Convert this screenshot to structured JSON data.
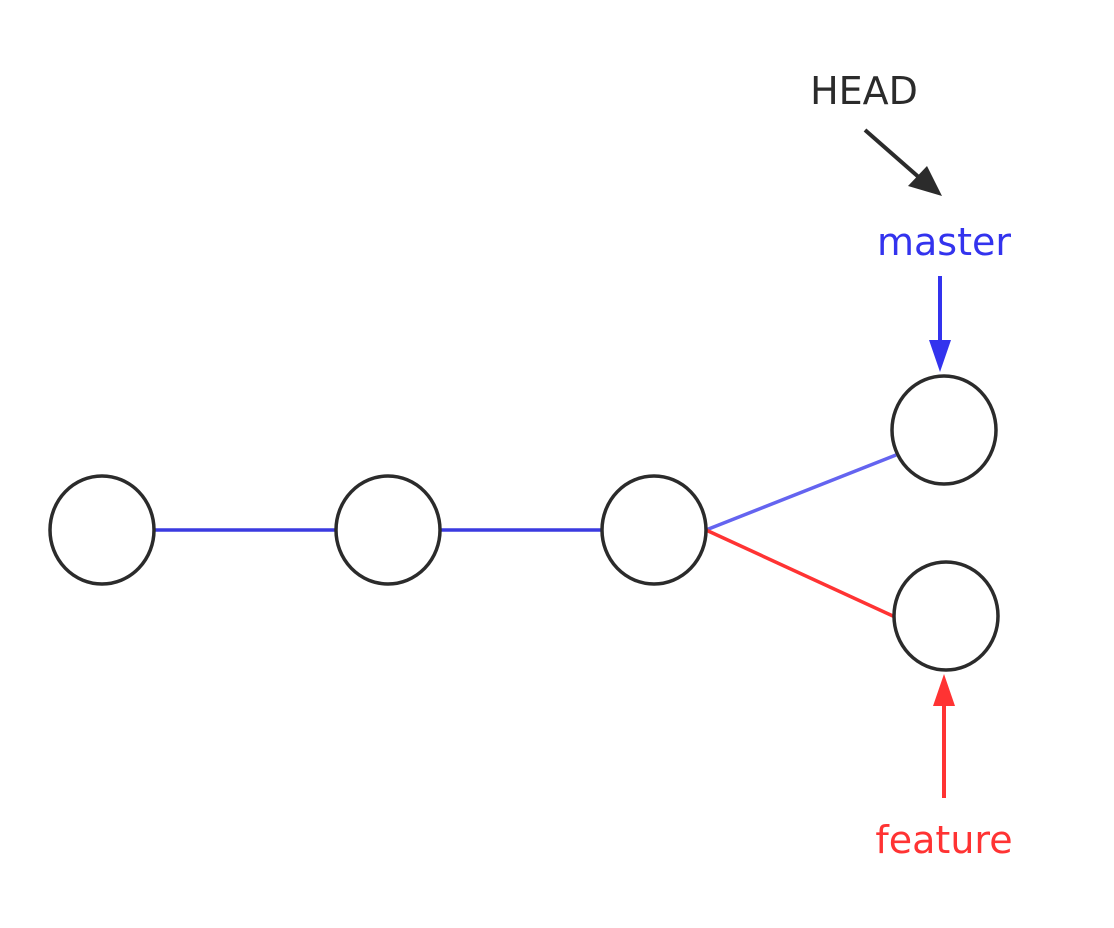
{
  "refs": {
    "head": {
      "label": "HEAD",
      "color": "#2b2b2b",
      "points_to": "master"
    },
    "master": {
      "label": "master",
      "color": "#3333ee",
      "points_to": "commit-4"
    },
    "feature": {
      "label": "feature",
      "color": "#ff3333",
      "points_to": "commit-5"
    }
  },
  "commits": [
    "commit-1",
    "commit-2",
    "commit-3",
    "commit-4",
    "commit-5"
  ],
  "edges": [
    {
      "from": "commit-1",
      "to": "commit-2",
      "branch": "master",
      "color": "#3a3ae0"
    },
    {
      "from": "commit-2",
      "to": "commit-3",
      "branch": "master",
      "color": "#3a3ae0"
    },
    {
      "from": "commit-3",
      "to": "commit-4",
      "branch": "master",
      "color": "#6464f0"
    },
    {
      "from": "commit-3",
      "to": "commit-5",
      "branch": "feature",
      "color": "#ff3333"
    }
  ],
  "node_stroke_color": "#2b2b2b"
}
